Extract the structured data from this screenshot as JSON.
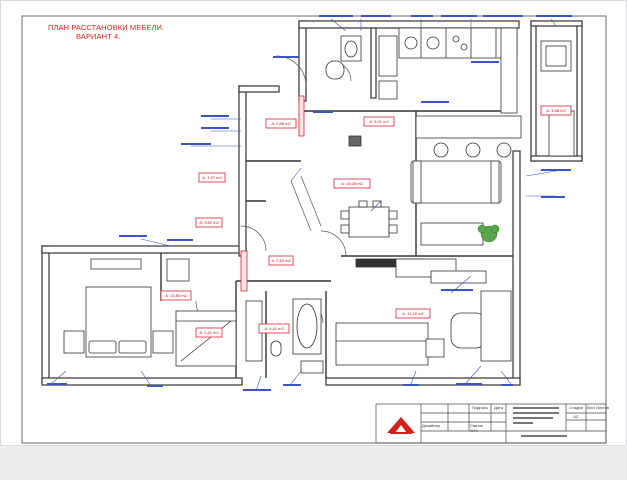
{
  "document": {
    "title_line1": "ПЛАН РАССТАНОВКИ МЕБЕЛИ.",
    "title_line2": "ВАРИАНТ 4."
  },
  "rooms": [
    {
      "id": "hall-1",
      "text": "А: 2,86 m2"
    },
    {
      "id": "hall-2",
      "text": "А: 1,97 m2"
    },
    {
      "id": "kitchen",
      "text": "А: 5,01 m2"
    },
    {
      "id": "loggia",
      "text": "А: 3,88 m2"
    },
    {
      "id": "living",
      "text": "А: 16,08 m2"
    },
    {
      "id": "storage",
      "text": "А: 3,80 m2"
    },
    {
      "id": "corridor",
      "text": "А: 2,50 m2"
    },
    {
      "id": "bedroom",
      "text": "А: 13,80 m2"
    },
    {
      "id": "wardrobe",
      "text": "А: 2,81 m2"
    },
    {
      "id": "bathroom",
      "text": "А: 4,41 m2"
    },
    {
      "id": "childroom",
      "text": "А: 12,20 m2"
    }
  ],
  "title_block": {
    "columns": [
      "Подпись",
      "Дата",
      "Стадия",
      "Лист",
      "Листов"
    ],
    "stage": "АС",
    "role": "Дизайнер",
    "designer": "Свиток О.Н."
  }
}
